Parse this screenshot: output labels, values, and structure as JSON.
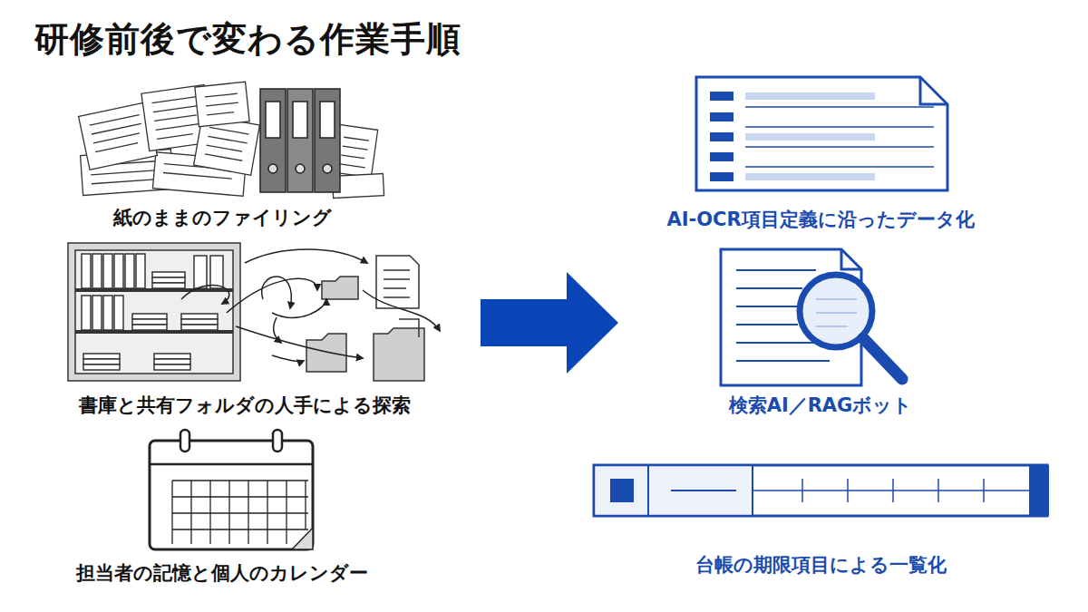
{
  "diagram": {
    "title": "研修前後で変わる作業手順",
    "nodes": [
      {
        "text": [
          "紙のままのファイリング"
        ]
      },
      {
        "text": [
          "書庫と共有フォルダの人手による探索"
        ]
      },
      {
        "text": [
          "担当者の記憶と個人のカレンダー"
        ]
      },
      {
        "text": [
          "AI-OCR項目定義に沿ったデータ化"
        ]
      },
      {
        "text": [
          "検索AI／RAGボット"
        ]
      },
      {
        "text": [
          "台帳の期限項目による一覧化"
        ]
      }
    ]
  }
}
